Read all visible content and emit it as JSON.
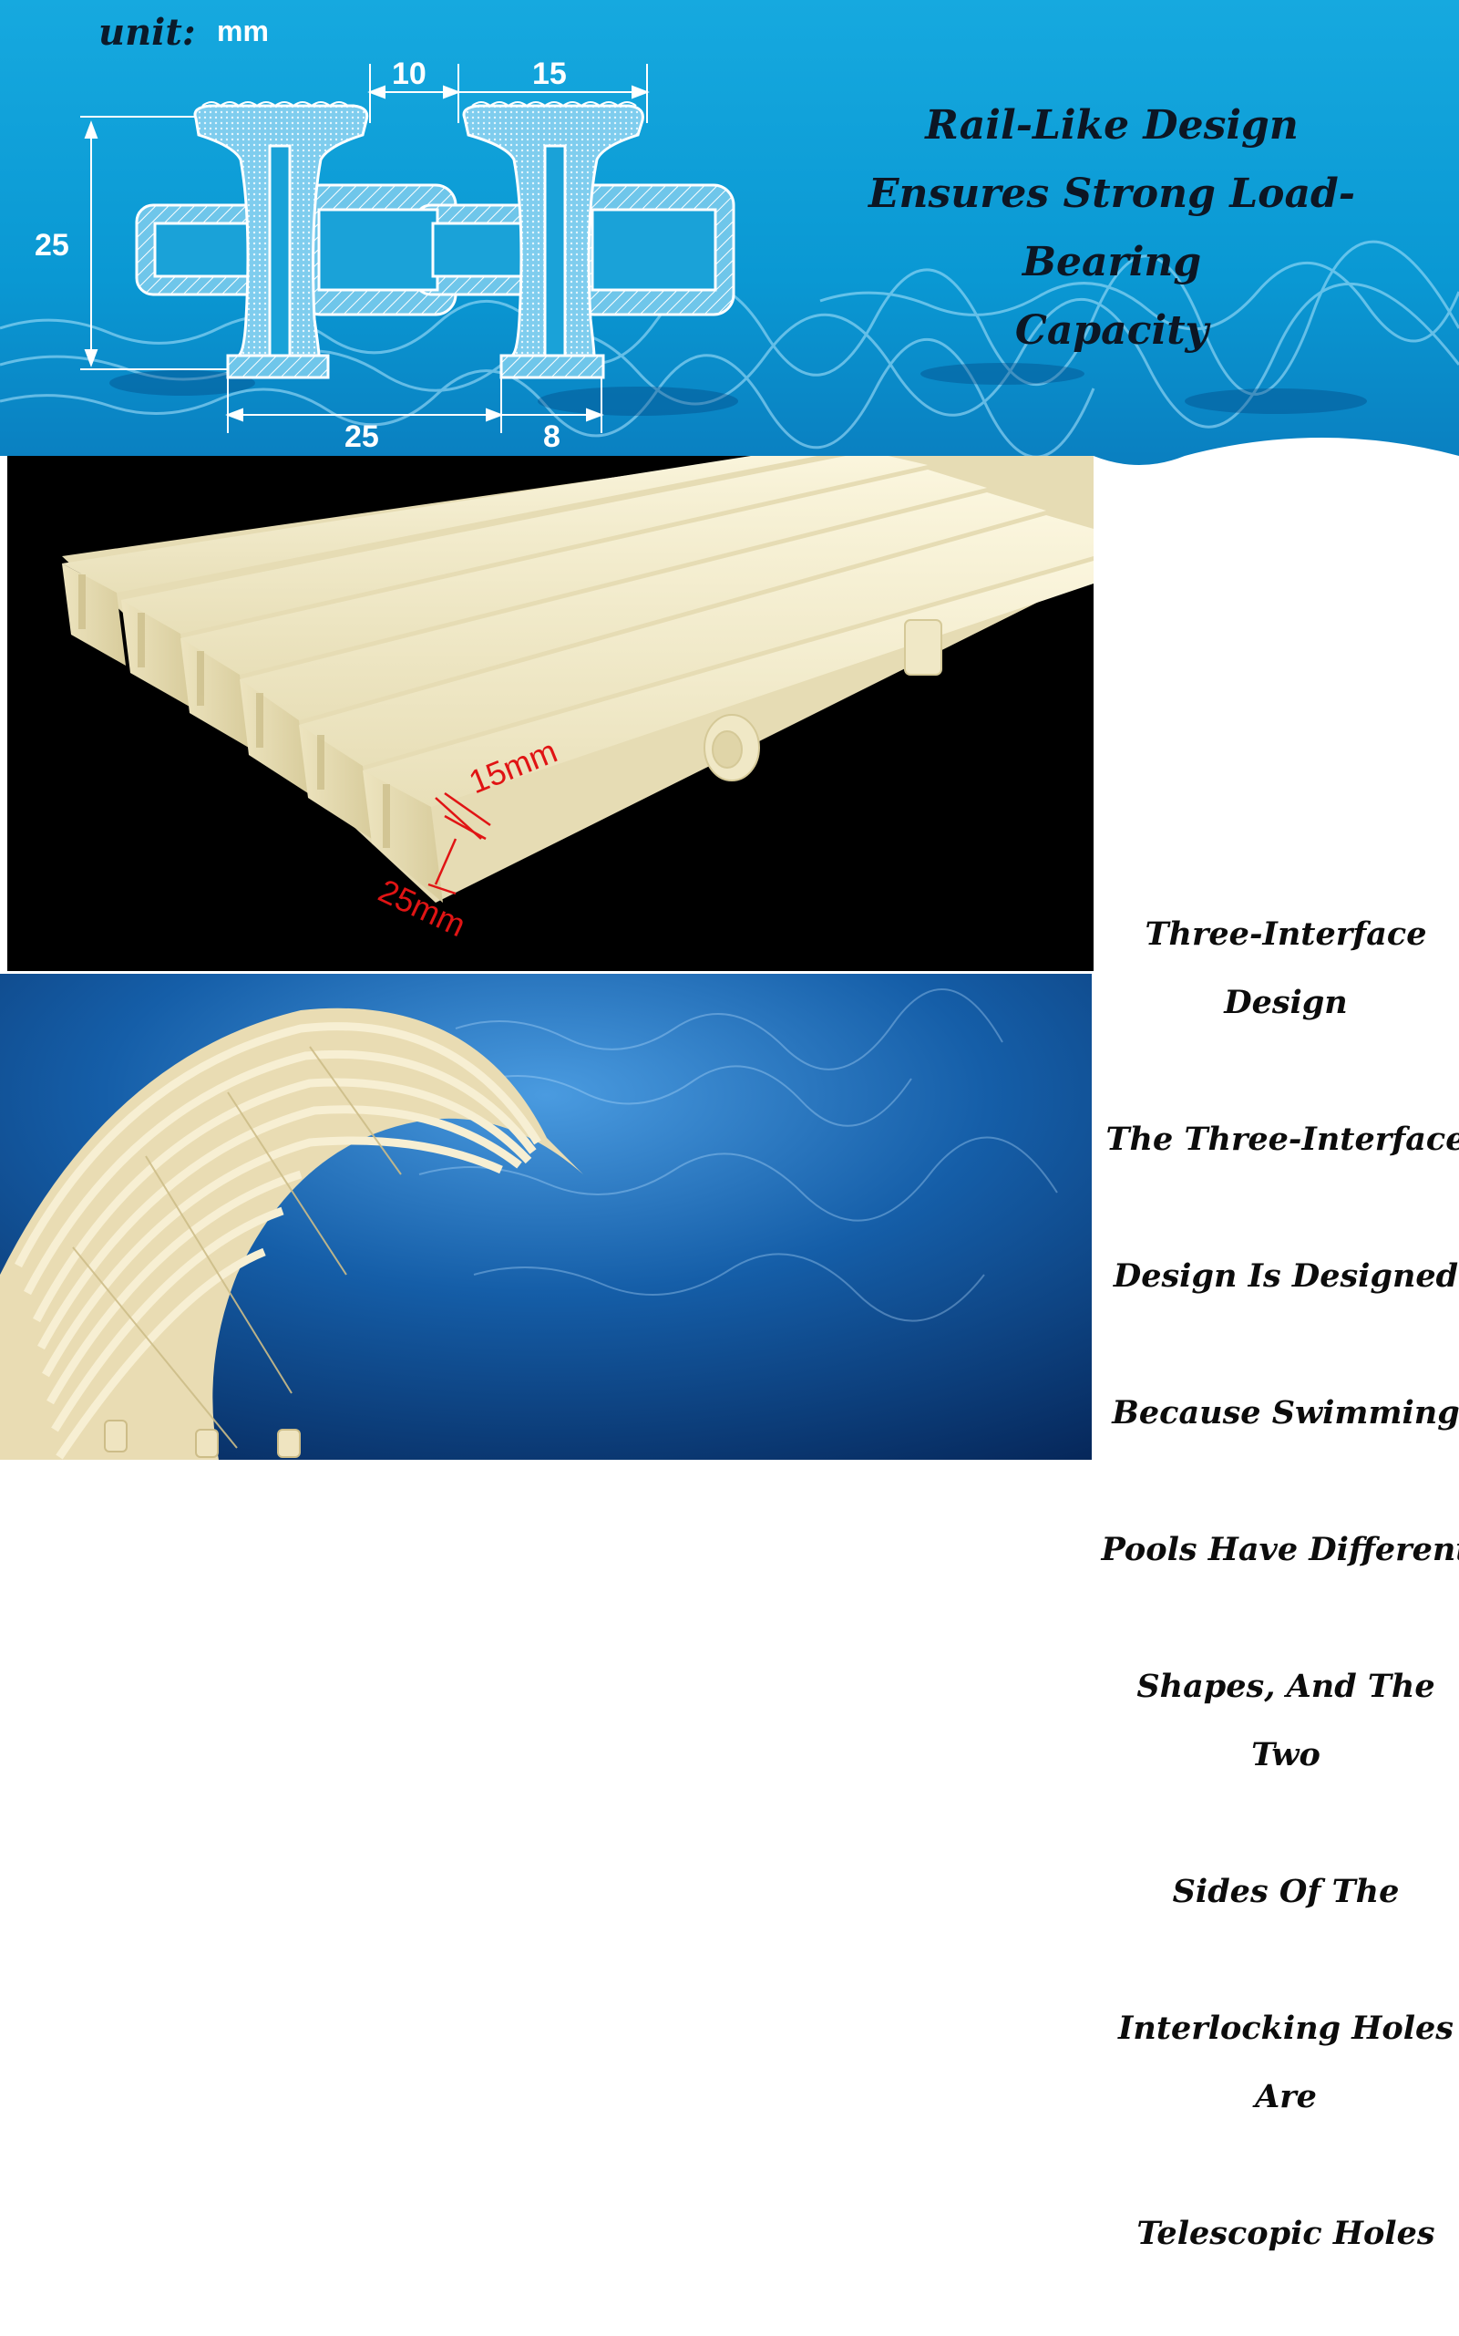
{
  "header": {
    "unit_label": "unit:",
    "unit_value": "mm",
    "headline_line1": "Rail-Like Design",
    "headline_line2": "Ensures Strong Load-Bearing",
    "headline_line3": "Capacity"
  },
  "drawing_dimensions": {
    "gap_top": "10",
    "head_width_top": "15",
    "height_left": "25",
    "pitch_bottom": "25",
    "base_width_bottom": "8"
  },
  "photo_labels": {
    "height_label": "15mm",
    "width_label": "25mm"
  },
  "side_description": {
    "line1": "Three-Interface Design",
    "line2": "The Three-Interface",
    "line3": "Design Is Designed",
    "line4": "Because Swimming",
    "line5": "Pools Have Different",
    "line6": "Shapes, And The Two",
    "line7": "Sides Of The",
    "line8": "Interlocking Holes Are",
    "line9": "Telescopic Holes"
  },
  "colors": {
    "sky": "#0ea6da",
    "water": "#1e7fc2",
    "rail": "#f3ecce",
    "dimension_red": "#e01414",
    "deep_pool": "#0b3f86"
  }
}
